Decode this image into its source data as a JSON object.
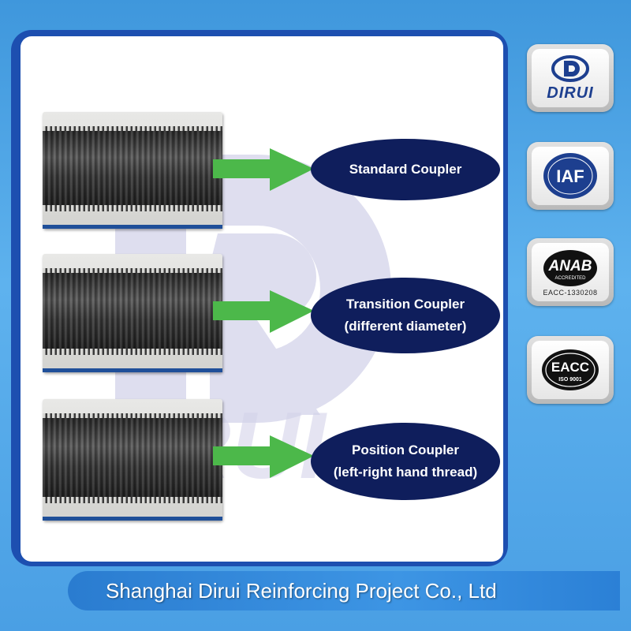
{
  "couplers": [
    {
      "label_lines": [
        "Standard Coupler"
      ]
    },
    {
      "label_lines": [
        "Transition Coupler",
        "(different diameter)"
      ]
    },
    {
      "label_lines": [
        "Position Coupler",
        "(left-right hand thread)"
      ]
    }
  ],
  "badges": {
    "dirui": {
      "text": "DIRUI"
    },
    "iaf": {
      "text": "IAF"
    },
    "anab": {
      "text": "ANAB",
      "sub": "ACCREDITED",
      "code": "EACC-1330208"
    },
    "eacc": {
      "text": "EACC",
      "sub": "ISO 9001"
    }
  },
  "footer": {
    "company": "Shanghai Dirui Reinforcing Project Co., Ltd"
  },
  "watermark": {
    "text": "DIRUI"
  },
  "colors": {
    "background": "#4ea4e8",
    "frame": "#1d4fb0",
    "bubble": "#0f1e5c",
    "arrow": "#4cb84a",
    "watermark": "#c9c8e4"
  }
}
